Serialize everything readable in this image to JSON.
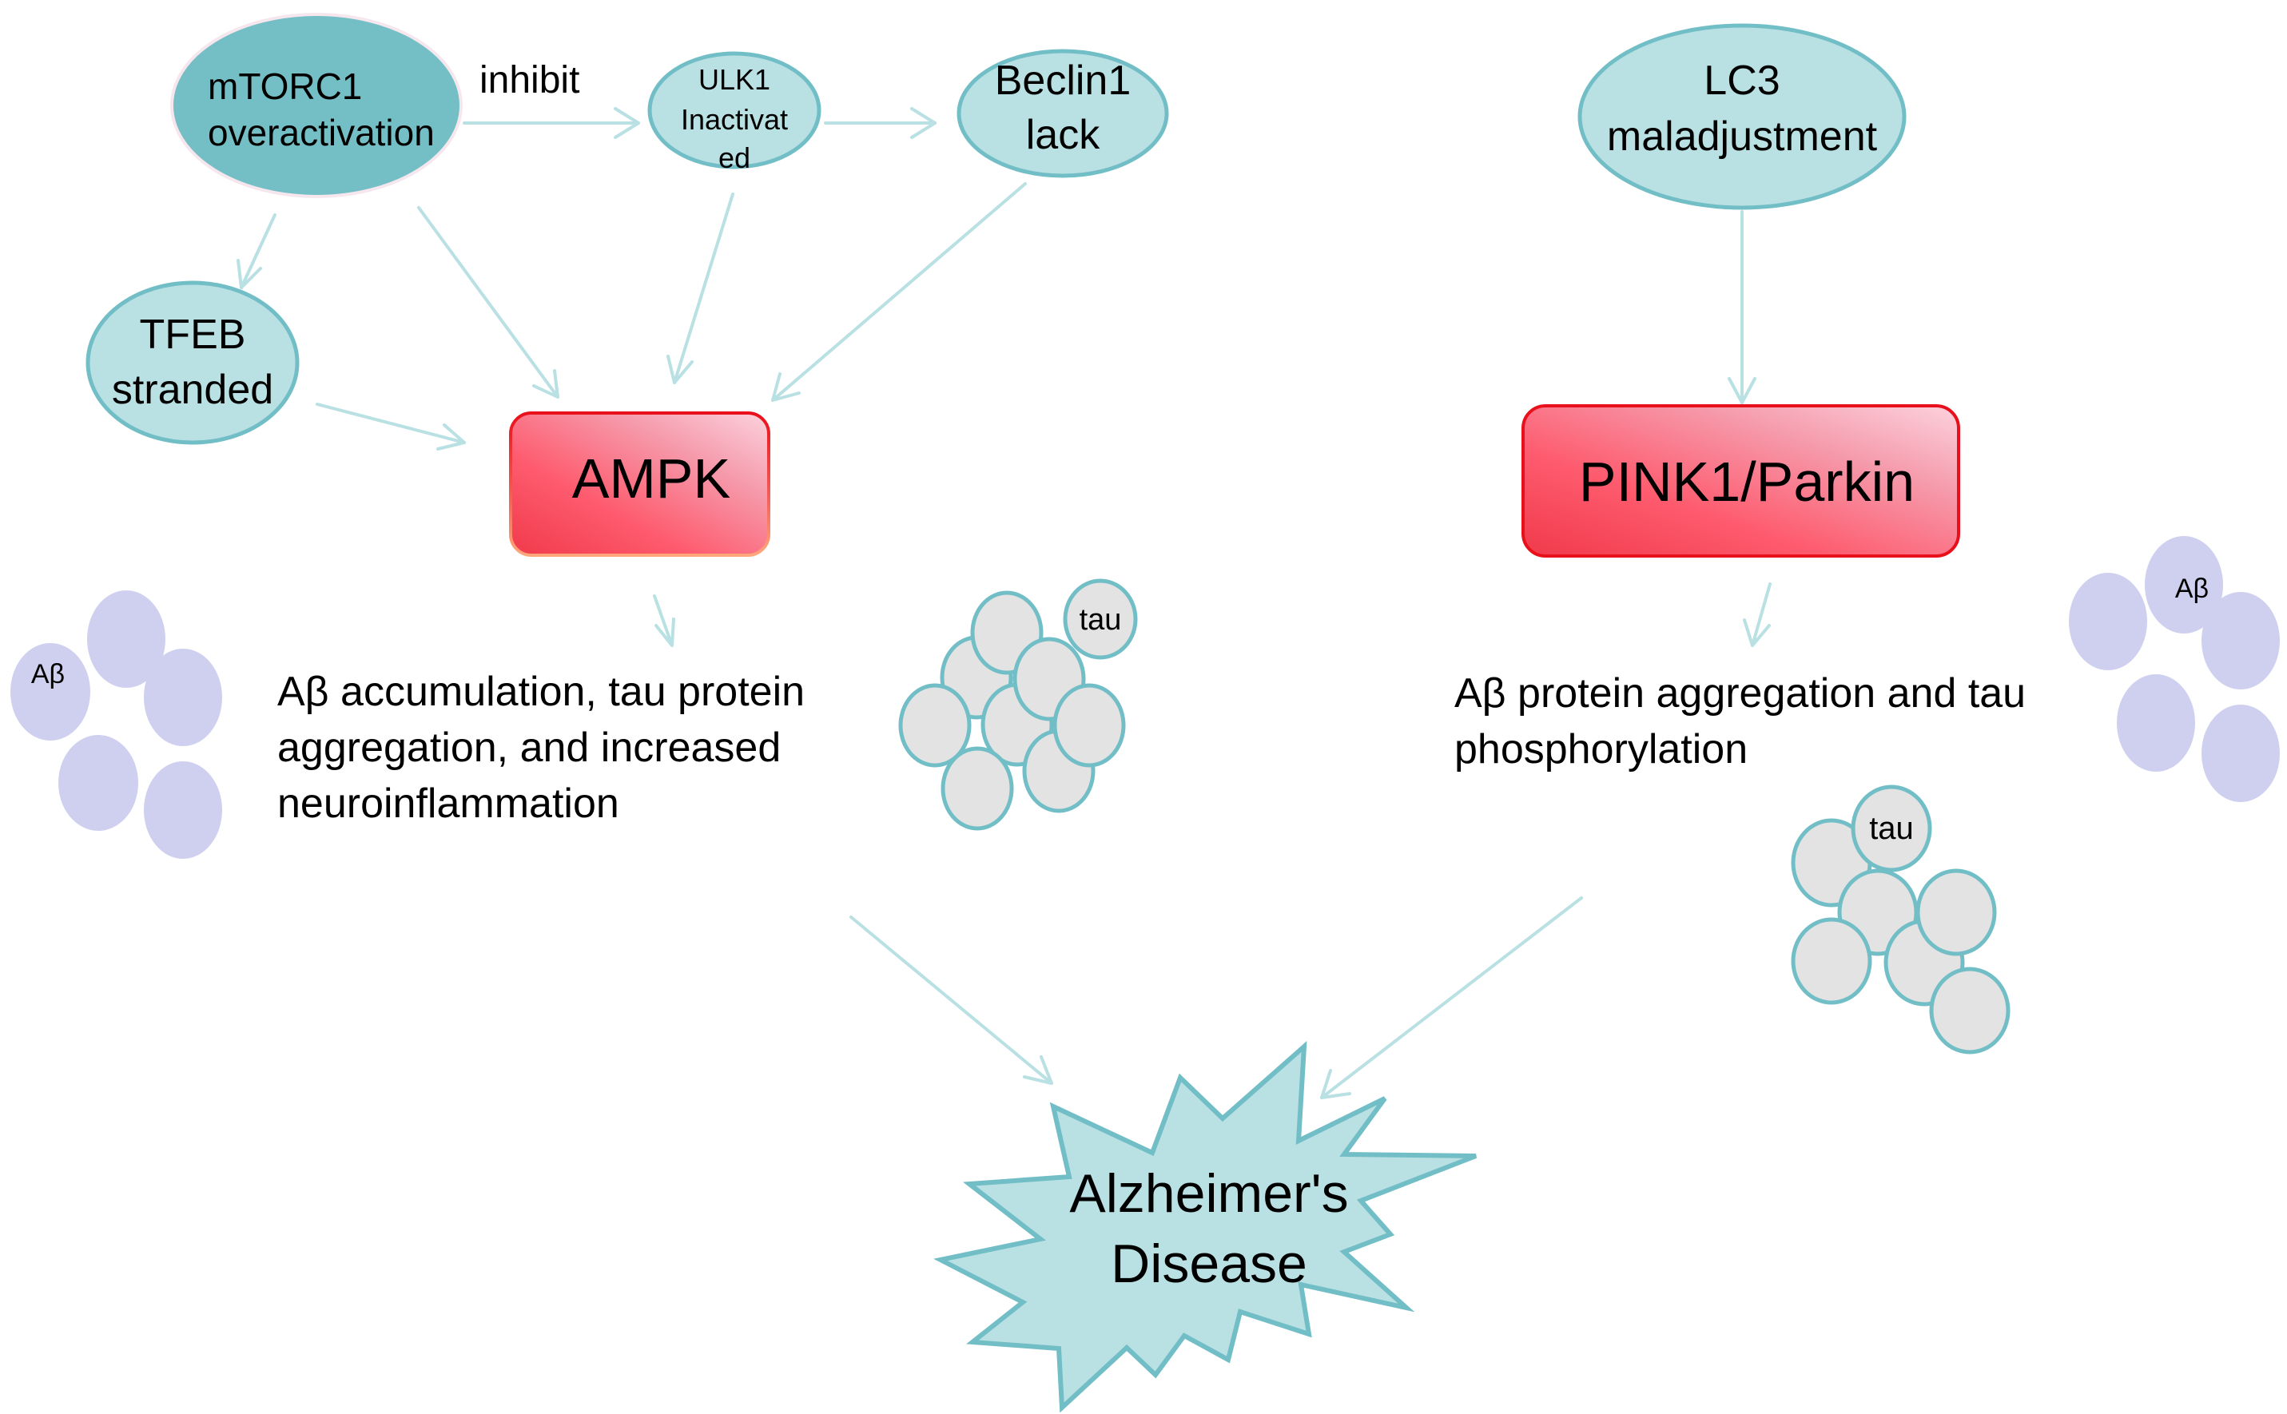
{
  "colors": {
    "node_light_fill": "#b9e0e3",
    "node_stroke": "#72bec6",
    "node_dark_fill": "#74bfc5",
    "arrow": "#b9e0e3",
    "box_gradient_dark": "#f2404f",
    "box_gradient_light": "#fbd0dc",
    "box_border": "#e8101a",
    "amyloid_fill": "#cfd0ef",
    "tau_fill": "#e3e3e3"
  },
  "nodes": {
    "mtorc1": {
      "lines": [
        "mTORC1",
        "overactivation"
      ]
    },
    "inhibit_label": "inhibit",
    "ulk1": {
      "lines": [
        "ULK1",
        "Inactivat",
        "ed"
      ]
    },
    "beclin1": {
      "lines": [
        "Beclin1",
        "lack"
      ]
    },
    "tfeb": {
      "lines": [
        "TFEB",
        "stranded"
      ]
    },
    "lc3": {
      "lines": [
        "LC3",
        "maladjustment"
      ]
    },
    "ampk": "AMPK",
    "pink1": "PINK1/Parkin"
  },
  "outcomes": {
    "left": [
      "Aβ accumulation, tau protein",
      "aggregation, and increased",
      "neuroinflammation"
    ],
    "right": [
      "Aβ protein aggregation and tau",
      "phosphorylation"
    ]
  },
  "disease": {
    "lines": [
      "Alzheimer's",
      "Disease"
    ]
  },
  "clusters": {
    "amyloid_label": "Aβ",
    "tau_label": "tau"
  },
  "edges": [
    {
      "from": "mTORC1 overactivation",
      "to": "ULK1 Inactivated",
      "label": "inhibit"
    },
    {
      "from": "ULK1 Inactivated",
      "to": "Beclin1 lack"
    },
    {
      "from": "mTORC1 overactivation",
      "to": "TFEB stranded"
    },
    {
      "from": "mTORC1 overactivation",
      "to": "AMPK"
    },
    {
      "from": "ULK1 Inactivated",
      "to": "AMPK"
    },
    {
      "from": "Beclin1 lack",
      "to": "AMPK"
    },
    {
      "from": "TFEB stranded",
      "to": "AMPK"
    },
    {
      "from": "AMPK",
      "to": "Aβ accumulation, tau protein aggregation, and increased neuroinflammation"
    },
    {
      "from": "LC3 maladjustment",
      "to": "PINK1/Parkin"
    },
    {
      "from": "PINK1/Parkin",
      "to": "Aβ protein aggregation and tau phosphorylation"
    },
    {
      "from": "Aβ accumulation, tau protein aggregation, and increased neuroinflammation",
      "to": "Alzheimer's Disease"
    },
    {
      "from": "Aβ protein aggregation and tau phosphorylation",
      "to": "Alzheimer's Disease"
    }
  ]
}
